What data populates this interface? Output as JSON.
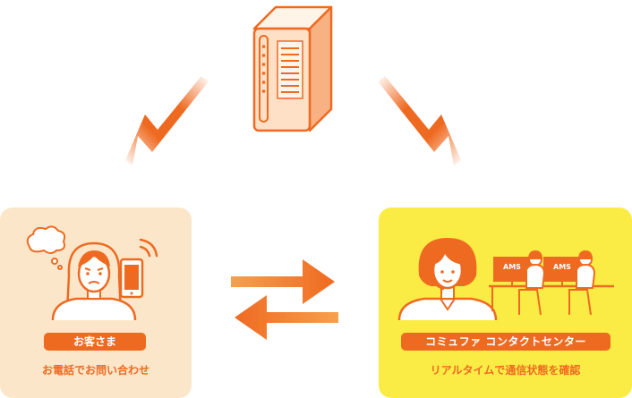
{
  "colors": {
    "accent": "#ef6a21",
    "customer_panel": "#fbe6c9",
    "center_panel": "#fbec45"
  },
  "icons": {
    "device": "router-icon",
    "signal_left": "wireless-signal-icon",
    "signal_right": "wireless-signal-icon",
    "exchange": "two-way-arrows-icon"
  },
  "customer": {
    "label": "お客さま",
    "caption": "お電話でお問い合わせ"
  },
  "center": {
    "label": "コミュファ コンタクトセンター",
    "caption": "リアルタイムで通信状態を確認",
    "monitor_labels": [
      "AMS",
      "AMS"
    ]
  }
}
